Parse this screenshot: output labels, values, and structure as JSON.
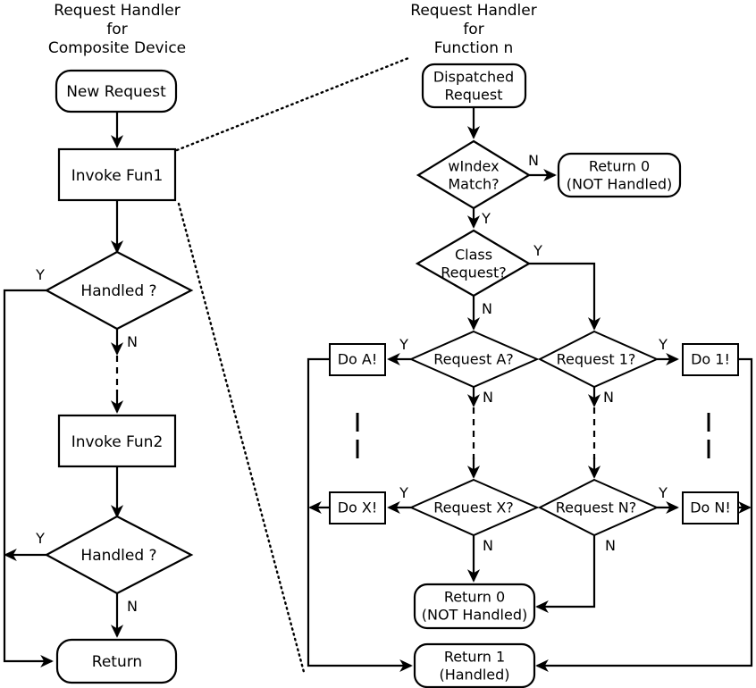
{
  "diagram": {
    "type": "flowchart",
    "title_left": "Request Handler\nfor\nComposite Device",
    "title_right": "Request Handler\nfor\nFunction n",
    "columns": {
      "left": {
        "heading_lines": [
          "Request Handler",
          "for",
          "Composite Device"
        ],
        "nodes": [
          {
            "id": "new-request",
            "shape": "rounded",
            "label": "New Request"
          },
          {
            "id": "invoke-fun1",
            "shape": "rect",
            "label": "Invoke Fun1"
          },
          {
            "id": "handled-1",
            "shape": "diamond",
            "label": "Handled ?"
          },
          {
            "id": "invoke-fun2",
            "shape": "rect",
            "label": "Invoke Fun2"
          },
          {
            "id": "handled-2",
            "shape": "diamond",
            "label": "Handled ?"
          },
          {
            "id": "return",
            "shape": "rounded",
            "label": "Return"
          }
        ],
        "branch_labels": {
          "handled_1_yes": "Y",
          "handled_1_no": "N",
          "handled_2_yes": "Y",
          "handled_2_no": "N"
        }
      },
      "right": {
        "heading_lines": [
          "Request Handler",
          "for",
          "Function n"
        ],
        "nodes": [
          {
            "id": "dispatched-request",
            "shape": "rounded",
            "label_lines": [
              "Dispatched",
              "Request"
            ]
          },
          {
            "id": "windex-match",
            "shape": "diamond",
            "label_lines": [
              "wIndex",
              "Match?"
            ]
          },
          {
            "id": "return0-top",
            "shape": "rounded",
            "label_lines": [
              "Return 0",
              "(NOT Handled)"
            ]
          },
          {
            "id": "class-request",
            "shape": "diamond",
            "label_lines": [
              "Class",
              "Request?"
            ]
          },
          {
            "id": "request-a",
            "shape": "diamond",
            "label": "Request A?"
          },
          {
            "id": "do-a",
            "shape": "rect",
            "label": "Do A!"
          },
          {
            "id": "request-1",
            "shape": "diamond",
            "label": "Request 1?"
          },
          {
            "id": "do-1",
            "shape": "rect",
            "label": "Do 1!"
          },
          {
            "id": "request-x",
            "shape": "diamond",
            "label": "Request X?"
          },
          {
            "id": "do-x",
            "shape": "rect",
            "label": "Do X!"
          },
          {
            "id": "request-n",
            "shape": "diamond",
            "label": "Request N?"
          },
          {
            "id": "do-n",
            "shape": "rect",
            "label": "Do N!"
          },
          {
            "id": "return0-bottom",
            "shape": "rounded",
            "label_lines": [
              "Return 0",
              "(NOT Handled)"
            ]
          },
          {
            "id": "return1",
            "shape": "rounded",
            "label_lines": [
              "Return 1",
              "(Handled)"
            ]
          }
        ],
        "branch_labels": {
          "windex_no": "N",
          "windex_yes": "Y",
          "class_yes": "Y",
          "class_no": "N",
          "request_a_yes": "Y",
          "request_a_no": "N",
          "request_1_yes": "Y",
          "request_1_no": "N",
          "request_x_yes": "Y",
          "request_x_no": "N",
          "request_n_yes": "Y",
          "request_n_no": "N"
        }
      }
    },
    "colors": {
      "stroke": "#000000",
      "fill": "#ffffff",
      "background": "#ffffff"
    }
  }
}
